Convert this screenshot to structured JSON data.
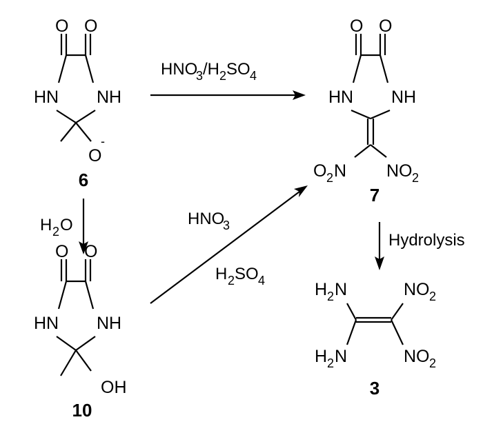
{
  "compounds": {
    "c6": {
      "label": "6",
      "atoms": {
        "o_left": "O",
        "o_right": "O",
        "nh_left": "HN",
        "nh_right": "NH",
        "o_minus": "O",
        "charge": "-"
      }
    },
    "c7": {
      "label": "7",
      "atoms": {
        "o_left": "O",
        "o_right": "O",
        "nh_left": "HN",
        "nh_right": "NH",
        "no2_left_o": "O",
        "no2_left_sub": "2",
        "no2_left_n": "N",
        "no2_right_n": "NO",
        "no2_right_sub": "2"
      }
    },
    "c10": {
      "label": "10",
      "atoms": {
        "o_left": "O",
        "o_right": "O",
        "nh_left": "HN",
        "nh_right": "NH",
        "oh": "OH"
      }
    },
    "c3": {
      "label": "3",
      "atoms": {
        "h2n_top_h": "H",
        "h2n_top_sub": "2",
        "h2n_top_n": "N",
        "h2n_bot_h": "H",
        "h2n_bot_sub": "2",
        "h2n_bot_n": "N",
        "no2_top_n": "NO",
        "no2_top_sub": "2",
        "no2_bot_n": "NO",
        "no2_bot_sub": "2"
      }
    }
  },
  "reagents": {
    "top_arrow": {
      "p1": "HNO",
      "s1": "3",
      "p2": "/H",
      "s2": "2",
      "p3": "SO",
      "s3": "4"
    },
    "water": {
      "p1": "H",
      "s1": "2",
      "p2": "O"
    },
    "diag_upper": {
      "p1": "HNO",
      "s1": "3"
    },
    "diag_lower": {
      "p1": "H",
      "s1": "2",
      "p2": "SO",
      "s2": "4"
    },
    "hydrolysis": "Hydrolysis"
  },
  "colors": {
    "ink": "#000000",
    "background": "#ffffff"
  }
}
